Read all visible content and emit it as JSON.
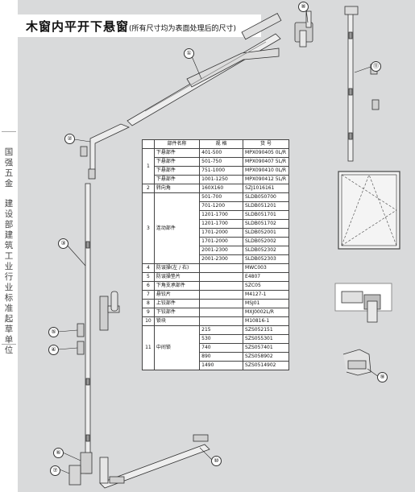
{
  "header": {
    "title": "木窗内平开下悬窗",
    "subtitle": "(所有尺寸均为表面处理后的尺寸)"
  },
  "sidebar": {
    "brand": "国强五金",
    "standard": "建设部建筑工业行业标准起草单位"
  },
  "callouts": [
    "①",
    "②",
    "③",
    "④",
    "⑤",
    "⑥",
    "⑦",
    "⑧",
    "⑨",
    "⑩",
    "⑪"
  ],
  "table": {
    "headers": [
      "部件名称",
      "规 格",
      "货 号"
    ],
    "groups": [
      {
        "no": "1",
        "name": "",
        "rows": [
          {
            "name": "下悬部件",
            "spec": "401-500",
            "code": "MPX090405 0L/R"
          },
          {
            "name": "下悬部件",
            "spec": "501-750",
            "code": "MPX090407 5L/R"
          },
          {
            "name": "下悬部件",
            "spec": "751-1000",
            "code": "MPX090410 0L/R"
          },
          {
            "name": "下悬部件",
            "spec": "1001-1250",
            "code": "MPX090412 5L/R"
          }
        ]
      },
      {
        "no": "2",
        "name": "转向角",
        "rows": [
          {
            "name": "",
            "spec": "160X160",
            "code": "SZJ1016161"
          }
        ]
      },
      {
        "no": "3",
        "name": "连动部件",
        "rows": [
          {
            "name": "",
            "spec": "501-700",
            "code": "SLDB050700"
          },
          {
            "name": "",
            "spec": "701-1200",
            "code": "SLDB051201"
          },
          {
            "name": "",
            "spec": "1201-1700",
            "code": "SLDB051701"
          },
          {
            "name": "",
            "spec": "1201-1700",
            "code": "SLDB051702"
          },
          {
            "name": "",
            "spec": "1701-2000",
            "code": "SLDB052001"
          },
          {
            "name": "",
            "spec": "1701-2000",
            "code": "SLDB052002"
          },
          {
            "name": "",
            "spec": "2001-2300",
            "code": "SLDB052302"
          },
          {
            "name": "",
            "spec": "2001-2300",
            "code": "SLDB052303"
          }
        ]
      },
      {
        "no": "4",
        "name": "防误操(左 / 右)",
        "rows": [
          {
            "name": "",
            "spec": "",
            "code": "MWC003"
          }
        ]
      },
      {
        "no": "5",
        "name": "防误操垫片",
        "rows": [
          {
            "name": "",
            "spec": "",
            "code": "E4807"
          }
        ]
      },
      {
        "no": "6",
        "name": "下角支承部件",
        "rows": [
          {
            "name": "",
            "spec": "",
            "code": "SZC05"
          }
        ]
      },
      {
        "no": "7",
        "name": "悬铰片",
        "rows": [
          {
            "name": "",
            "spec": "",
            "code": "M4127-1"
          }
        ]
      },
      {
        "no": "8",
        "name": "上铰部件",
        "rows": [
          {
            "name": "",
            "spec": "",
            "code": "MSJ01"
          }
        ]
      },
      {
        "no": "9",
        "name": "下铰部件",
        "rows": [
          {
            "name": "",
            "spec": "",
            "code": "MXJ0002L/R"
          }
        ]
      },
      {
        "no": "10",
        "name": "锁块",
        "rows": [
          {
            "name": "",
            "spec": "",
            "code": "M10816-1"
          }
        ]
      },
      {
        "no": "11",
        "name": "中间锁",
        "rows": [
          {
            "name": "",
            "spec": "215",
            "code": "SZS052151"
          },
          {
            "name": "",
            "spec": "530",
            "code": "SZS055301"
          },
          {
            "name": "",
            "spec": "740",
            "code": "SZS057401"
          },
          {
            "name": "",
            "spec": "890",
            "code": "SZS058902"
          },
          {
            "name": "",
            "spec": "1490",
            "code": "SZS0514902"
          }
        ]
      }
    ]
  },
  "colors": {
    "panel": "#d9dadb",
    "metal": "#eeeeee",
    "outline": "#333333",
    "title_bg": "#ffffff"
  },
  "icons": [
    "window-schematic-icon",
    "hinge-detail-icon",
    "lock-block-icon"
  ]
}
